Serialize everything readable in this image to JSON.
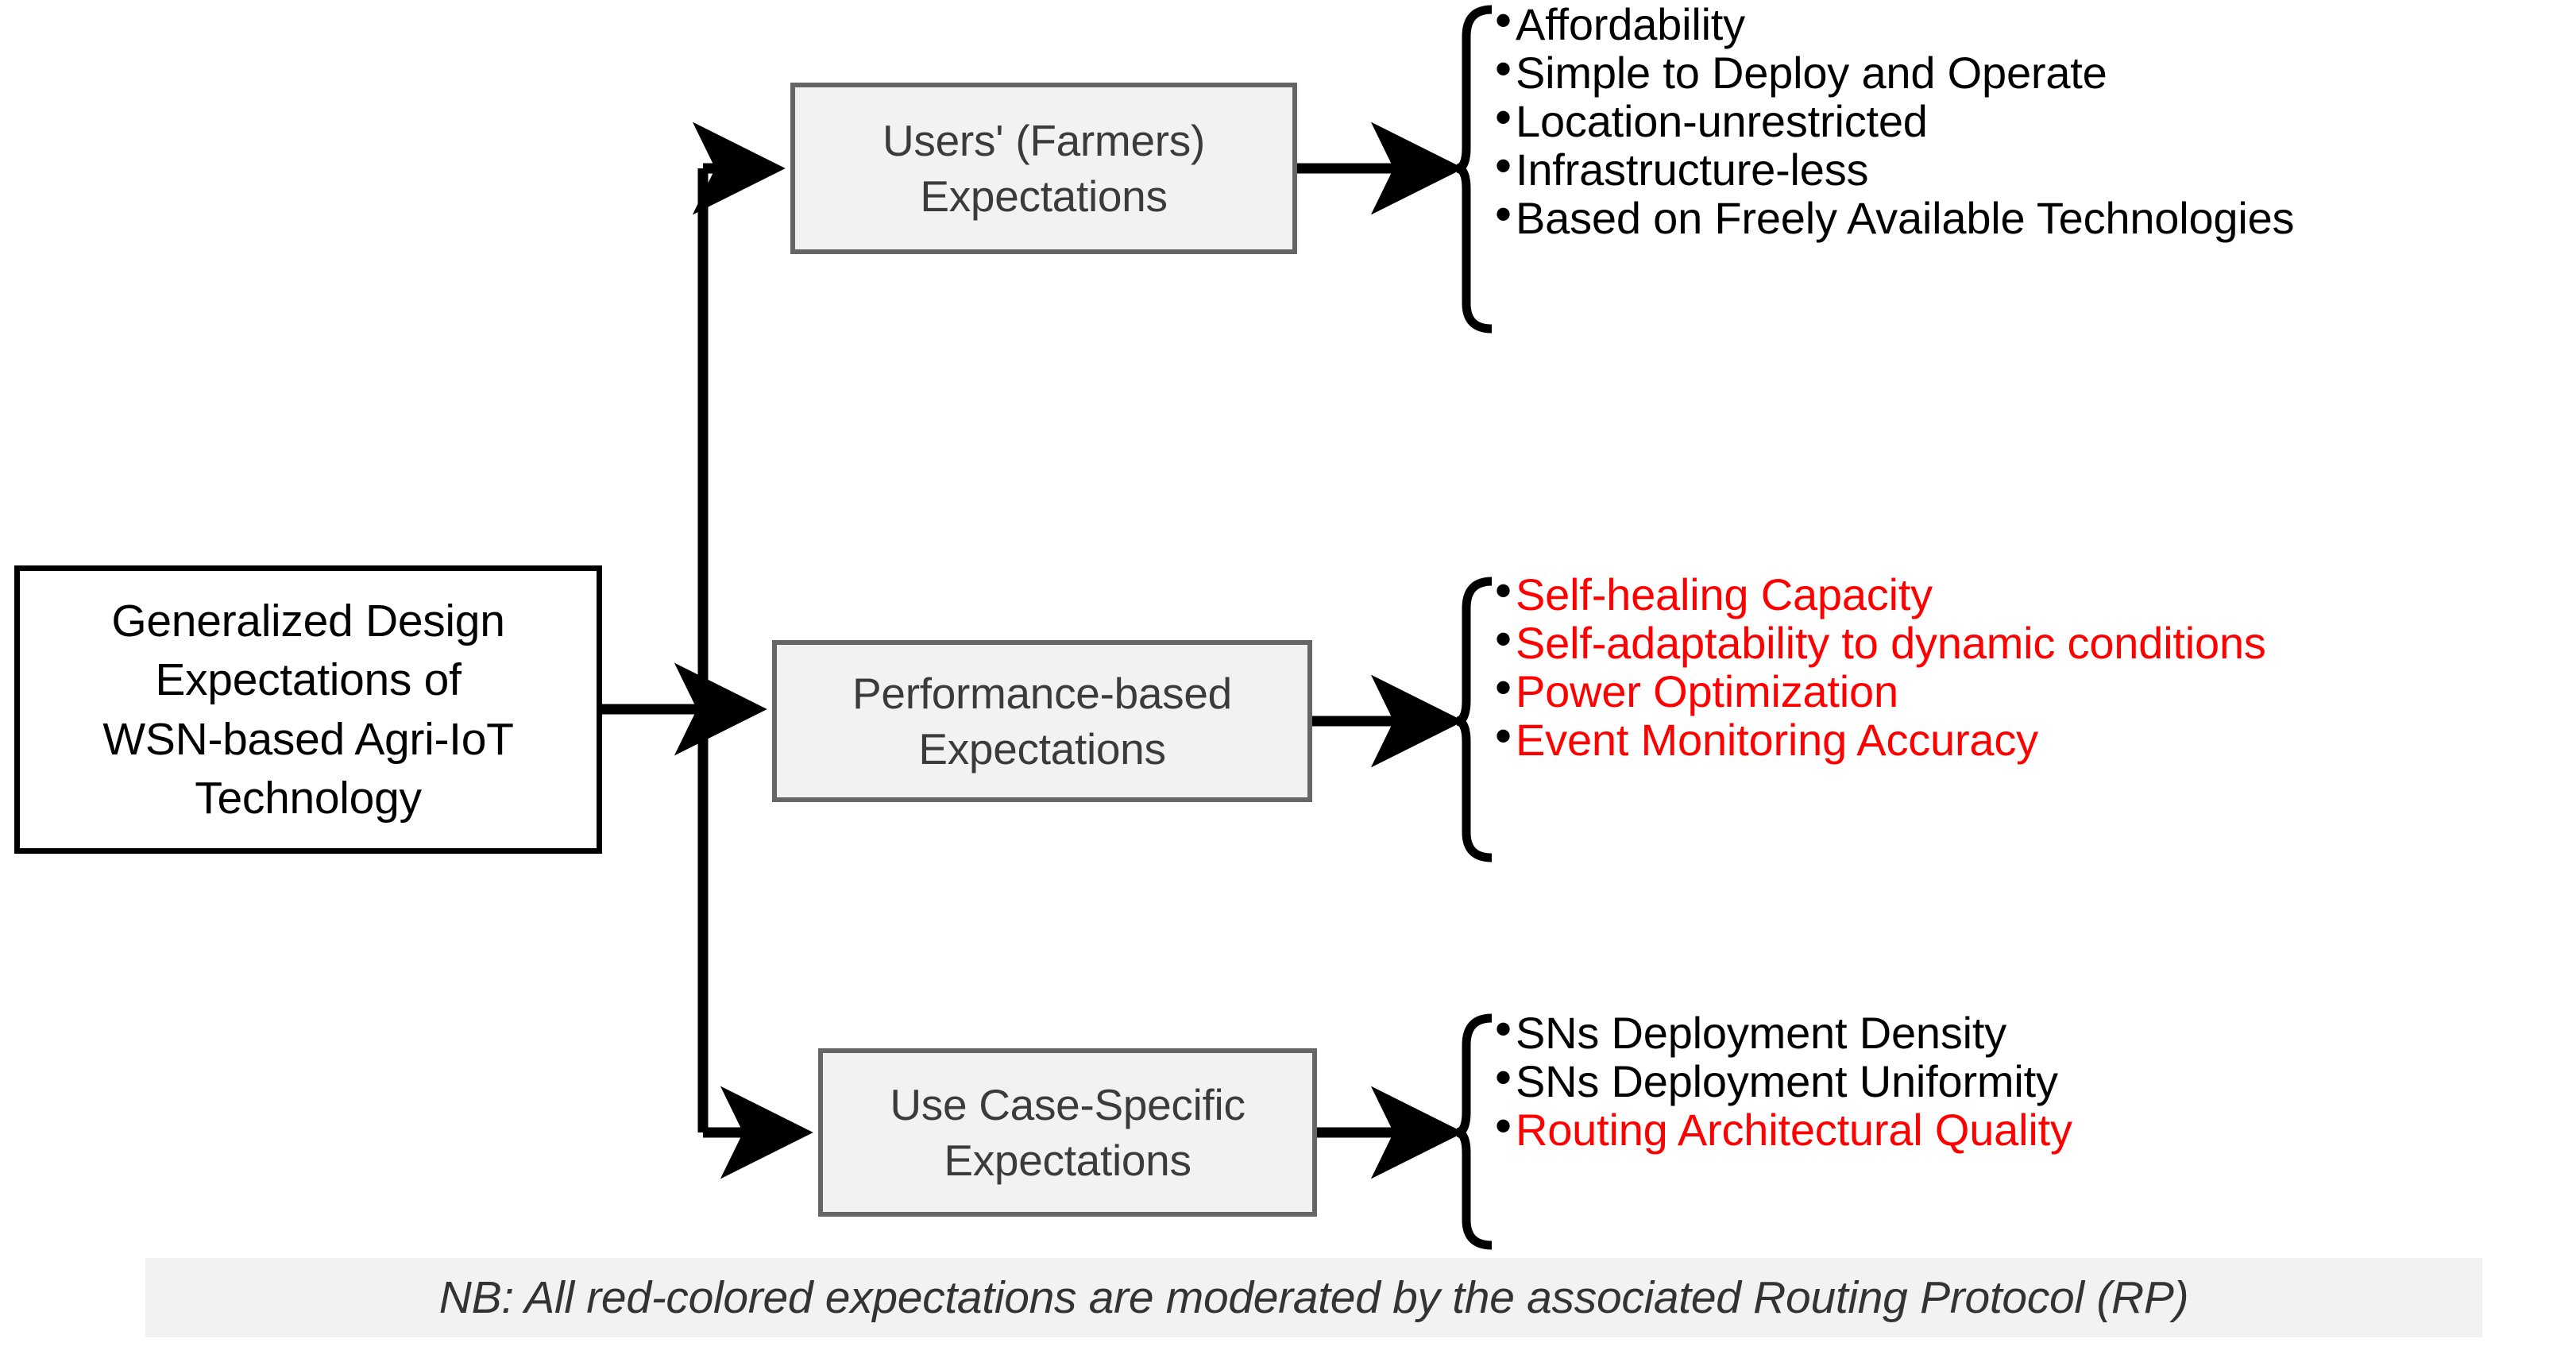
{
  "diagram": {
    "root": {
      "label": "Generalized Design\nExpectations of\nWSN-based Agri-IoT\nTechnology"
    },
    "branches": [
      {
        "id": "users",
        "label": "Users' (Farmers)\nExpectations",
        "items": [
          {
            "text": "Affordability",
            "color": "black"
          },
          {
            "text": "Simple to Deploy and Operate",
            "color": "black"
          },
          {
            "text": "Location-unrestricted",
            "color": "black"
          },
          {
            "text": "Infrastructure-less",
            "color": "black"
          },
          {
            "text": "Based on Freely Available Technologies",
            "color": "black"
          }
        ]
      },
      {
        "id": "performance",
        "label": "Performance-based\nExpectations",
        "items": [
          {
            "text": "Self-healing Capacity",
            "color": "red"
          },
          {
            "text": "Self-adaptability to dynamic conditions",
            "color": "red"
          },
          {
            "text": "Power Optimization",
            "color": "red"
          },
          {
            "text": "Event Monitoring Accuracy",
            "color": "red"
          }
        ]
      },
      {
        "id": "usecase",
        "label": "Use Case-Specific\nExpectations",
        "items": [
          {
            "text": "SNs Deployment Density",
            "color": "black"
          },
          {
            "text": "SNs Deployment Uniformity",
            "color": "black"
          },
          {
            "text": "Routing Architectural Quality",
            "color": "red"
          }
        ]
      }
    ],
    "footer": {
      "note": "NB: All red-colored expectations are moderated by the associated Routing Protocol (RP)"
    },
    "bullet_glyph": "•",
    "colors": {
      "page_background": "#ffffff",
      "root_border": "#000000",
      "root_text": "#000000",
      "branch_border": "#666666",
      "branch_fill": "#f2f2f2",
      "branch_text": "#3b3b3b",
      "connector": "#000000",
      "highlight_red": "#ff0000",
      "footer_band": "#f2f2f2",
      "footer_text": "#333333"
    }
  }
}
